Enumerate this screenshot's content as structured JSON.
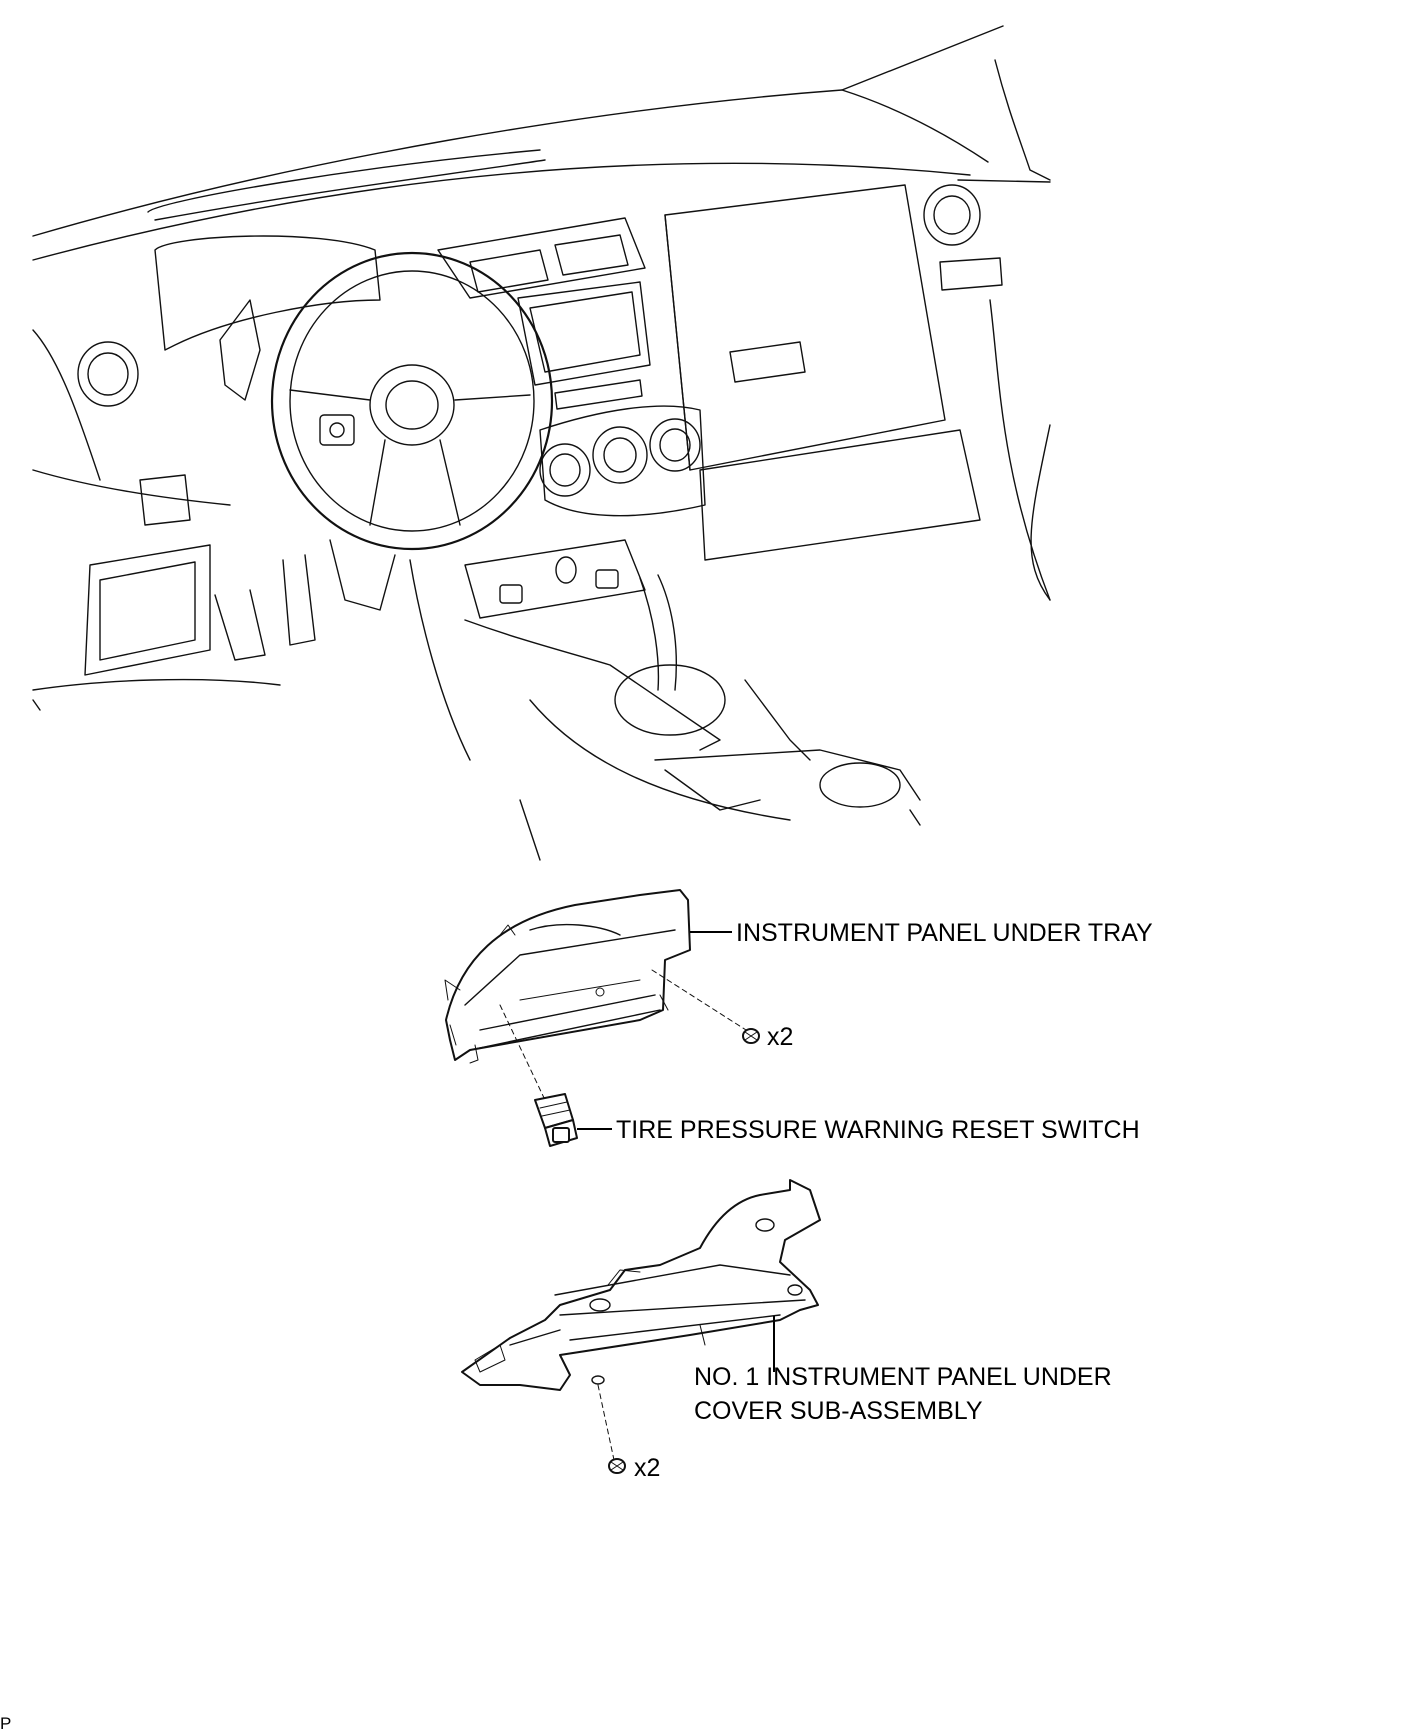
{
  "labels": {
    "under_tray": "INSTRUMENT PANEL UNDER TRAY",
    "tray_screw_qty": "x2",
    "reset_switch": "TIRE PRESSURE WARNING RESET SWITCH",
    "under_cover_line1": "NO. 1 INSTRUMENT PANEL UNDER",
    "under_cover_line2": "COVER SUB-ASSEMBLY",
    "cover_screw_qty": "x2"
  },
  "footer": {
    "code": "P"
  }
}
